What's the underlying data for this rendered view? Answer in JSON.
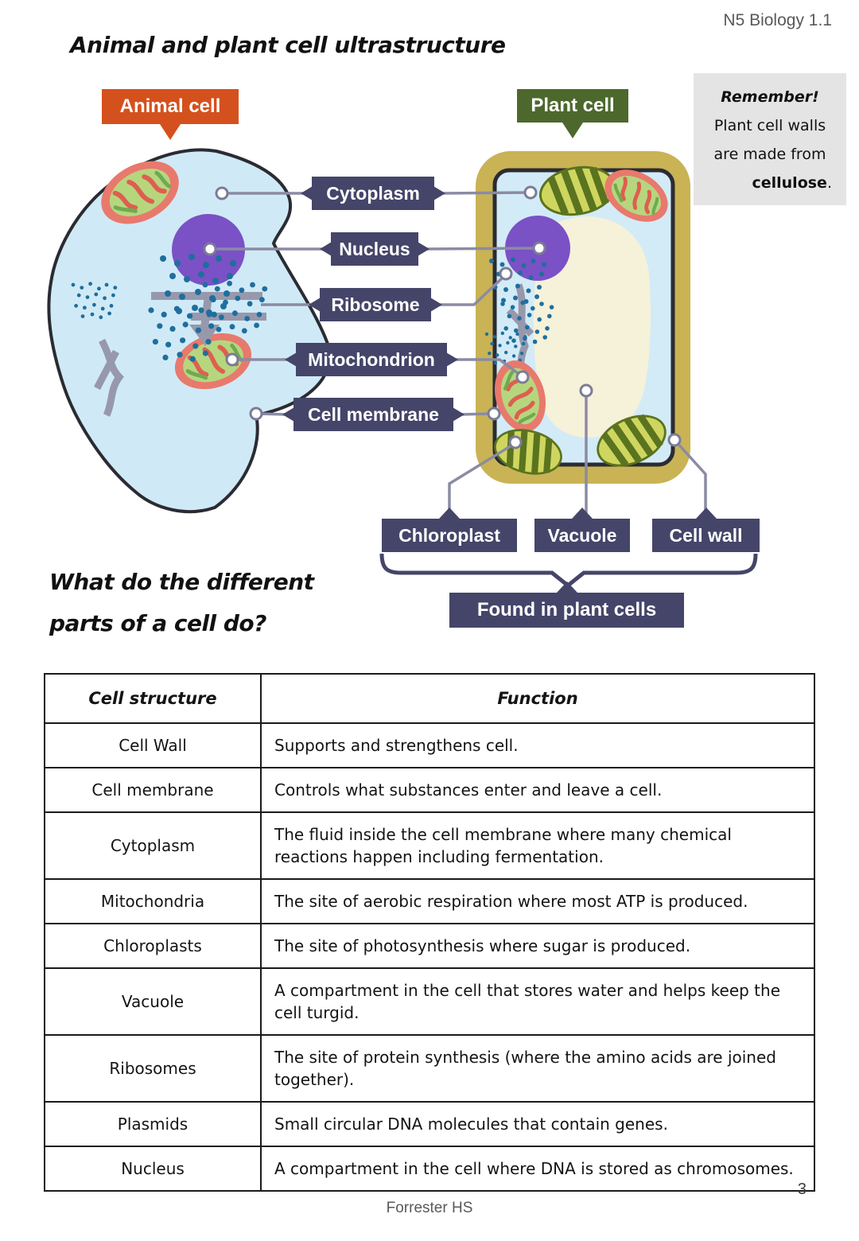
{
  "header": {
    "course": "N5 Biology 1.1"
  },
  "title": "Animal and plant cell ultrastructure",
  "diagram": {
    "animal_cell_label": "Animal cell",
    "plant_cell_label": "Plant cell",
    "remember": {
      "heading": "Remember!",
      "line1": "Plant cell walls",
      "line2": "are made from",
      "emphasis": "cellulose",
      "suffix": "."
    },
    "shared_labels": [
      "Cytoplasm",
      "Nucleus",
      "Ribosome",
      "Mitochondrion",
      "Cell membrane"
    ],
    "plant_only_labels": [
      "Chloroplast",
      "Vacuole",
      "Cell wall"
    ],
    "plant_only_caption": "Found in plant cells",
    "colors": {
      "label_navy": "#45456a",
      "animal_orange": "#d4511e",
      "plant_green": "#4d682c",
      "cell_blue": "#cfeaf6",
      "wall_khaki": "#c9b355",
      "vacuole_cream": "#f6f1d9",
      "nucleus_purple": "#7b51c6",
      "mitochondrion_pink": "#e8796d",
      "mitochondrion_green": "#b6d67e",
      "chloroplast_green": "#cfd65f",
      "chloroplast_stripe": "#5a731f",
      "ribosome_blue": "#1f6e9e",
      "er_grey": "#9898ac",
      "connector_grey": "#8b8ba3"
    }
  },
  "question": {
    "line1": "What do the different",
    "line2": "parts of a cell do?"
  },
  "table": {
    "headers": [
      "Cell structure",
      "Function"
    ],
    "rows": [
      {
        "structure": "Cell Wall",
        "function": "Supports and strengthens cell."
      },
      {
        "structure": "Cell membrane",
        "function": "Controls what substances enter and leave a cell."
      },
      {
        "structure": "Cytoplasm",
        "function": "The fluid inside the cell membrane where many chemical reactions happen including fermentation."
      },
      {
        "structure": "Mitochondria",
        "function": "The site of aerobic respiration where most ATP is produced."
      },
      {
        "structure": "Chloroplasts",
        "function": "The site of photosynthesis where sugar is produced."
      },
      {
        "structure": "Vacuole",
        "function": "A compartment in the cell that stores water and helps keep the cell turgid."
      },
      {
        "structure": "Ribosomes",
        "function": "The site of protein synthesis (where the amino acids are joined together)."
      },
      {
        "structure": "Plasmids",
        "function": "Small circular DNA molecules that contain genes."
      },
      {
        "structure": "Nucleus",
        "function": "A compartment in the cell where DNA is stored as chromosomes."
      }
    ]
  },
  "footer": {
    "school": "Forrester HS",
    "page": "3"
  }
}
